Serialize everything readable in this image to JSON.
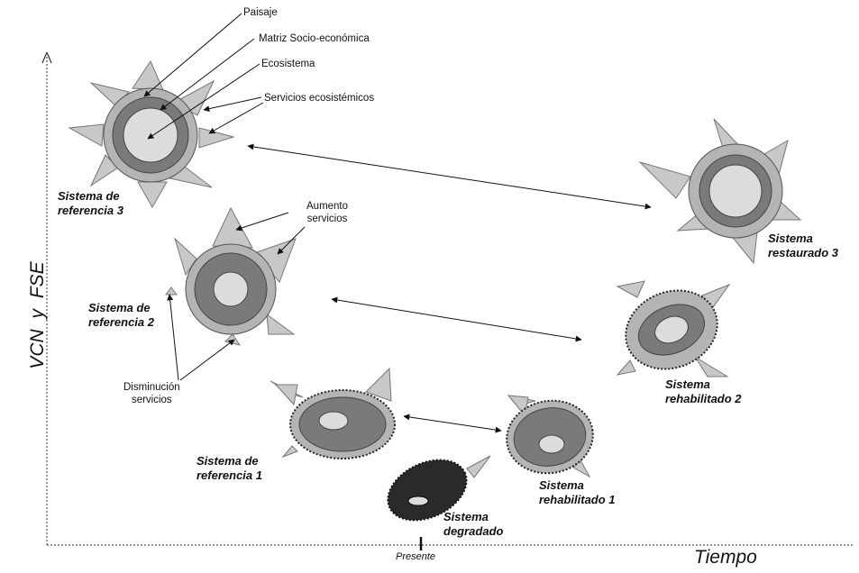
{
  "axes": {
    "y_label": "VCN   y   FSE",
    "x_label": "Tiempo",
    "x_marker": "Presente"
  },
  "legend_labels": {
    "paisaje": "Paisaje",
    "matriz": "Matriz Socio-económica",
    "ecosistema": "Ecosistema",
    "servicios": "Servicios ecosistémicos"
  },
  "annotations": {
    "aumento": [
      "Aumento",
      "servicios"
    ],
    "disminucion": [
      "Disminución",
      "servicios"
    ]
  },
  "systems": {
    "ref3": [
      "Sistema de",
      "referencia 3"
    ],
    "ref2": [
      "Sistema de",
      "referencia 2"
    ],
    "ref1": [
      "Sistema de",
      "referencia 1"
    ],
    "degradado": [
      "Sistema",
      "degradado"
    ],
    "rehab1": [
      "Sistema",
      "rehabilitado 1"
    ],
    "rehab2": [
      "Sistema",
      "rehabilitado 2"
    ],
    "restaurado3": [
      "Sistema",
      "restaurado 3"
    ]
  },
  "colors": {
    "outer_ring": "#b4b4b4",
    "middle_ring": "#7a7a7a",
    "inner_core": "#dcdcdc",
    "service_triangle": "#c8c8c8",
    "degraded_fill": "#2a2a2a"
  }
}
